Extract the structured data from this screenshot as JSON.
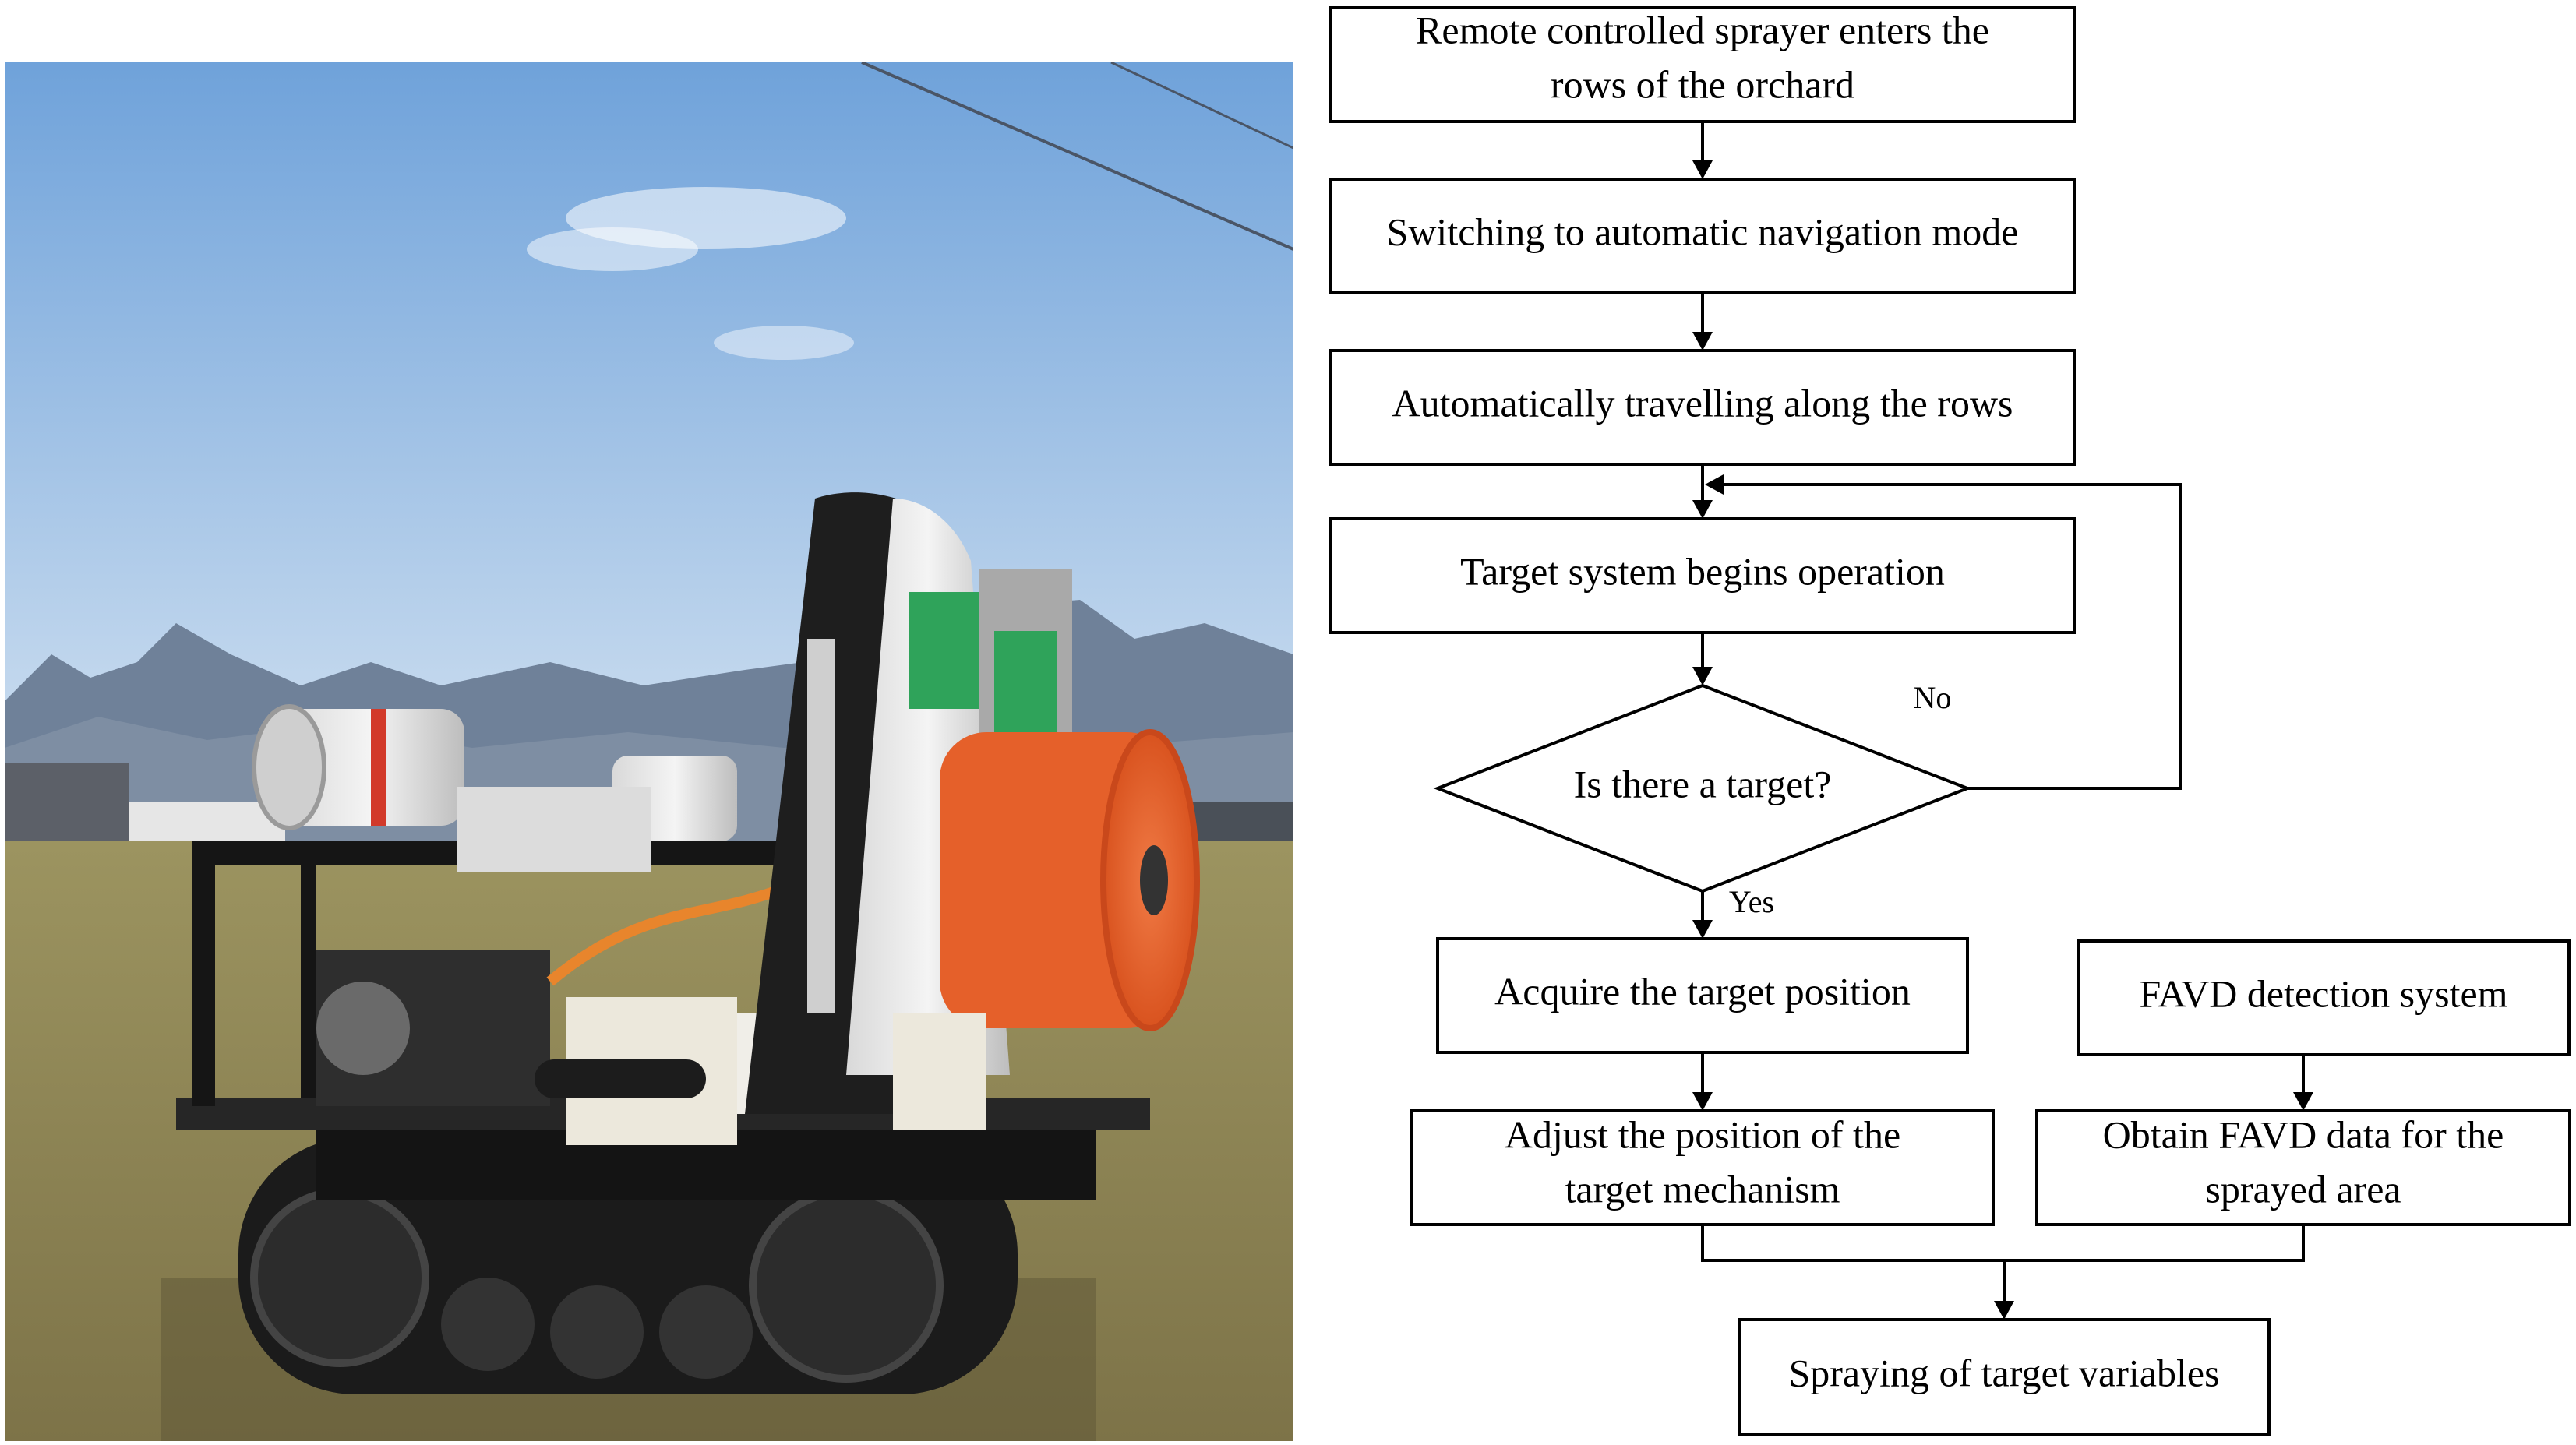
{
  "flowchart": {
    "nodes": {
      "n1": {
        "lines": [
          "Remote controlled sprayer enters the",
          "rows of the orchard"
        ]
      },
      "n2": {
        "lines": [
          "Switching to automatic navigation mode"
        ]
      },
      "n3": {
        "lines": [
          "Automatically travelling along the rows"
        ]
      },
      "n4": {
        "lines": [
          "Target system begins operation"
        ]
      },
      "n5": {
        "lines": [
          "Is there a target?"
        ]
      },
      "n6": {
        "lines": [
          "Acquire the target position"
        ]
      },
      "n7": {
        "lines": [
          "Adjust the position of the",
          "target mechanism"
        ]
      },
      "n8": {
        "lines": [
          "FAVD detection system"
        ]
      },
      "n9": {
        "lines": [
          "Obtain FAVD data for the",
          "sprayed area"
        ]
      },
      "n10": {
        "lines": [
          "Spraying of target variables"
        ]
      }
    },
    "edge_labels": {
      "no": "No",
      "yes": "Yes"
    }
  },
  "colors": {
    "sky_top": "#7aa8dc",
    "sky_bottom": "#cfe0f2",
    "mountain": "#6c7f9a",
    "ground": "#8f8656",
    "fan_orange": "#e8622c",
    "body_dark": "#1f1f1f",
    "panel_white": "#e9e7e0",
    "green_label": "#2fa35a"
  }
}
